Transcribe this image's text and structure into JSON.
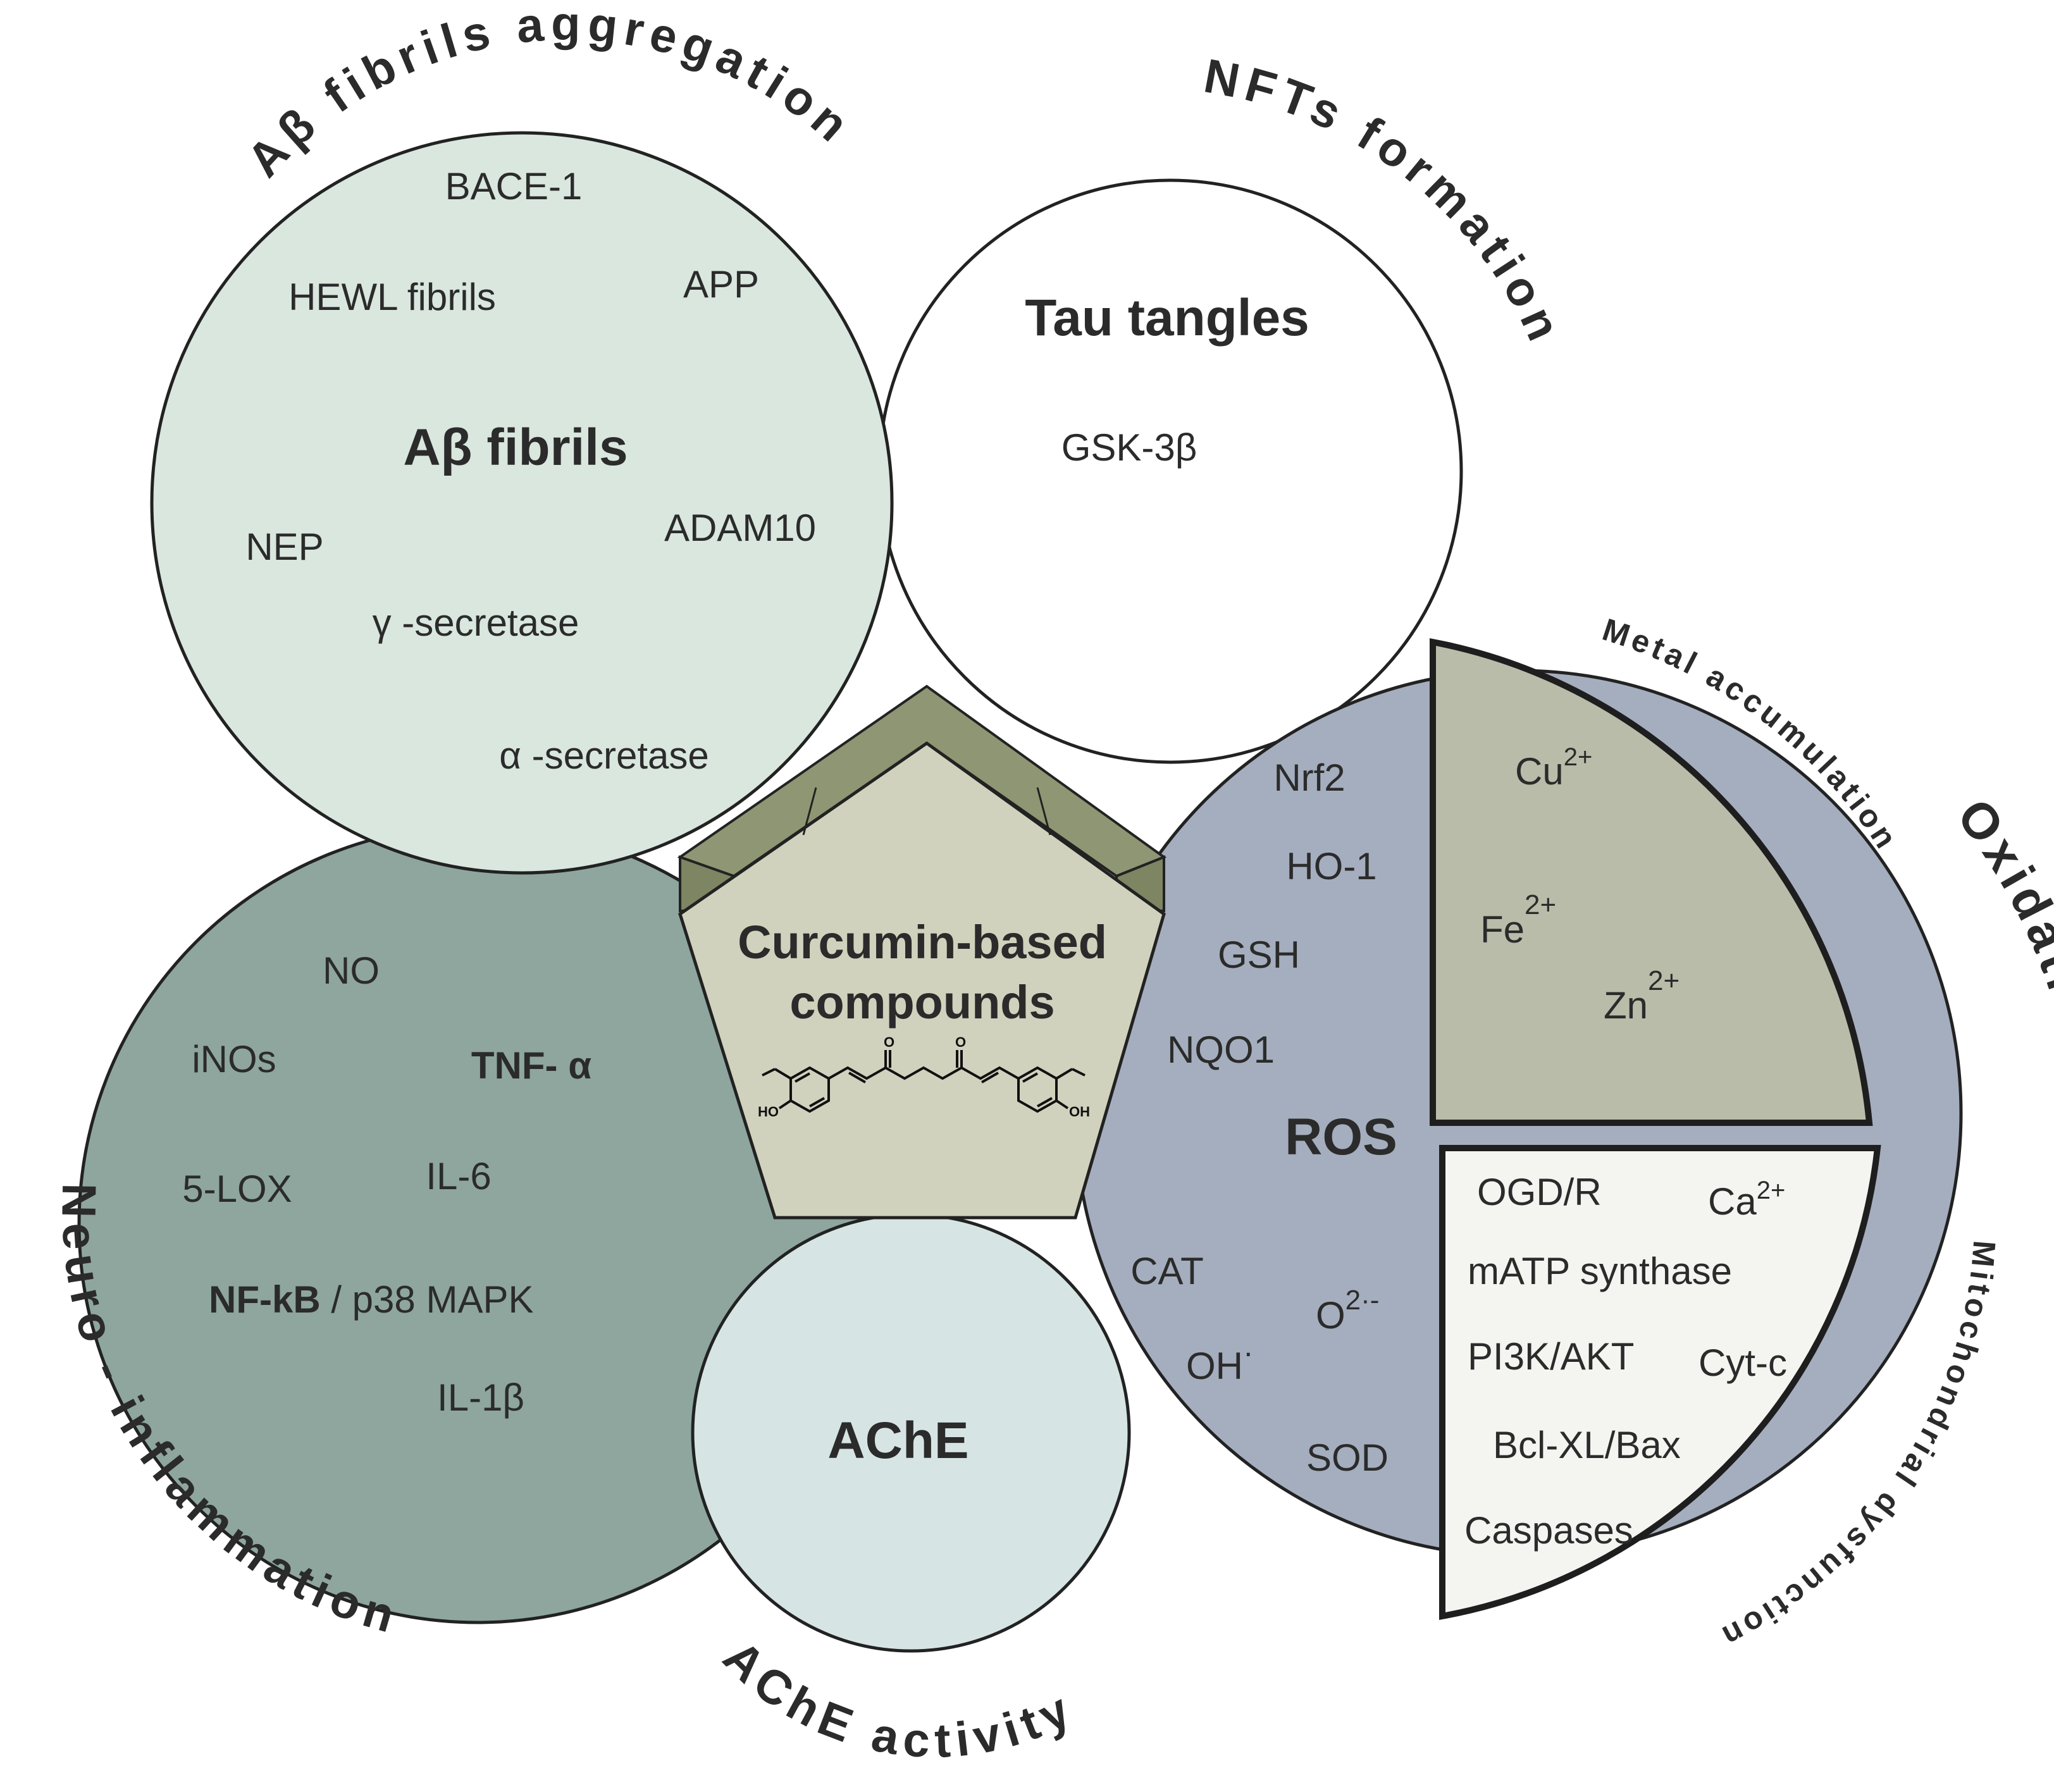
{
  "colors": {
    "abeta_fill": "#d9e7df",
    "tau_fill": "#ffffff",
    "neuro_fill": "#8ea69e",
    "ache_fill": "#d6e5e4",
    "ros_fill": "#a5aebe",
    "metal_fill": "#b9bca9",
    "mito_fill": "#f4f5f1",
    "pentagon_face": "#d1d2bd",
    "pentagon_side": "#8e9673",
    "stroke": "#222222"
  },
  "arc_labels": {
    "abeta": "Aβ fibrils aggregation",
    "nft": "NFTs formation",
    "neuro": "Neuro - inflammation",
    "ache": "AChE activity",
    "oxidative": "Oxidative stress",
    "metal": "Metal accumulation",
    "mito": "Mitochondrial dysfunction"
  },
  "abeta_circle": {
    "title": "Aβ fibrils",
    "items": [
      "BACE-1",
      "HEWL fibrils",
      "APP",
      "NEP",
      "ADAM10",
      "γ -secretase",
      "α -secretase"
    ]
  },
  "tau_circle": {
    "title": "Tau tangles",
    "items": [
      "GSK-3β"
    ]
  },
  "neuro_circle": {
    "items": [
      "NO",
      "iNOs",
      "TNF- α",
      "5-LOX",
      "IL-6",
      "NF-kB",
      " / p38 MAPK",
      "IL-1β"
    ]
  },
  "ache_circle": {
    "title": "AChE"
  },
  "ros_circle": {
    "title": "ROS",
    "items": [
      "Nrf2",
      "HO-1",
      "GSH",
      "NQO1",
      "CAT",
      "O",
      "2·-",
      "OH",
      "·",
      "SOD"
    ]
  },
  "metal_box": {
    "items": [
      {
        "base": "Cu",
        "sup": "2+"
      },
      {
        "base": "Fe",
        "sup": "2+"
      },
      {
        "base": "Zn",
        "sup": "2+"
      }
    ]
  },
  "mito_box": {
    "items": [
      "OGD/R",
      "mATP synthase",
      "PI3K/AKT",
      "Cyt-c",
      "Bcl-XL/Bax",
      "Caspases"
    ],
    "ca": {
      "base": "Ca",
      "sup": "2+"
    }
  },
  "center": {
    "line1": "Curcumin-based",
    "line2": "compounds",
    "ho_left": "HO",
    "oh_right": "OH"
  }
}
